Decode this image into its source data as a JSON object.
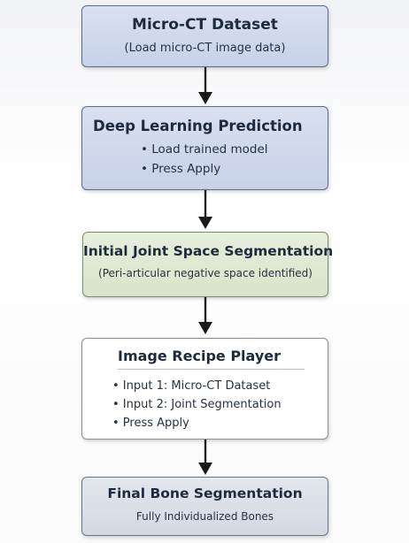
{
  "steps": [
    {
      "title": "Micro-CT Dataset",
      "subtitle": "(Load micro-CT image data)"
    },
    {
      "title": "Deep Learning Prediction",
      "bullets": [
        "•  Load trained model",
        "•  Press Apply"
      ]
    },
    {
      "title": "Initial Joint Space Segmentation",
      "subtitle": "(Peri-articular negative space identified)"
    },
    {
      "title": "Image Recipe Player",
      "bullets": [
        "•  Input 1: Micro-CT Dataset",
        "•  Input 2: Joint Segmentation",
        "•  Press Apply"
      ]
    },
    {
      "title": "Final Bone Segmentation",
      "subtitle": "Fully Individualized Bones"
    }
  ],
  "colors": {
    "blue_box": "#c7d1e8",
    "green_box": "#d7e5c9",
    "white_box": "#ffffff",
    "grey_box": "#d3d9e3",
    "arrow": "#1a1a1a"
  },
  "icons": {
    "connector": "down-arrow-icon"
  }
}
